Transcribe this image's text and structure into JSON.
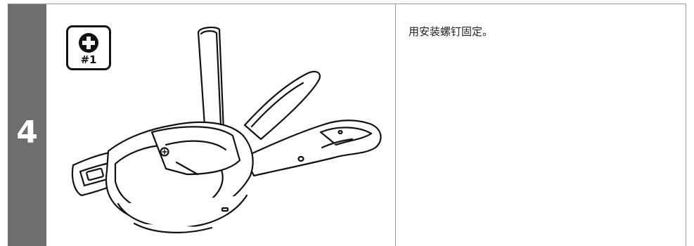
{
  "step": {
    "number": "4"
  },
  "tool": {
    "label": "#1",
    "icon": "phillips-screwdriver-icon"
  },
  "instruction": {
    "text": "用安装螺钉固定。"
  }
}
